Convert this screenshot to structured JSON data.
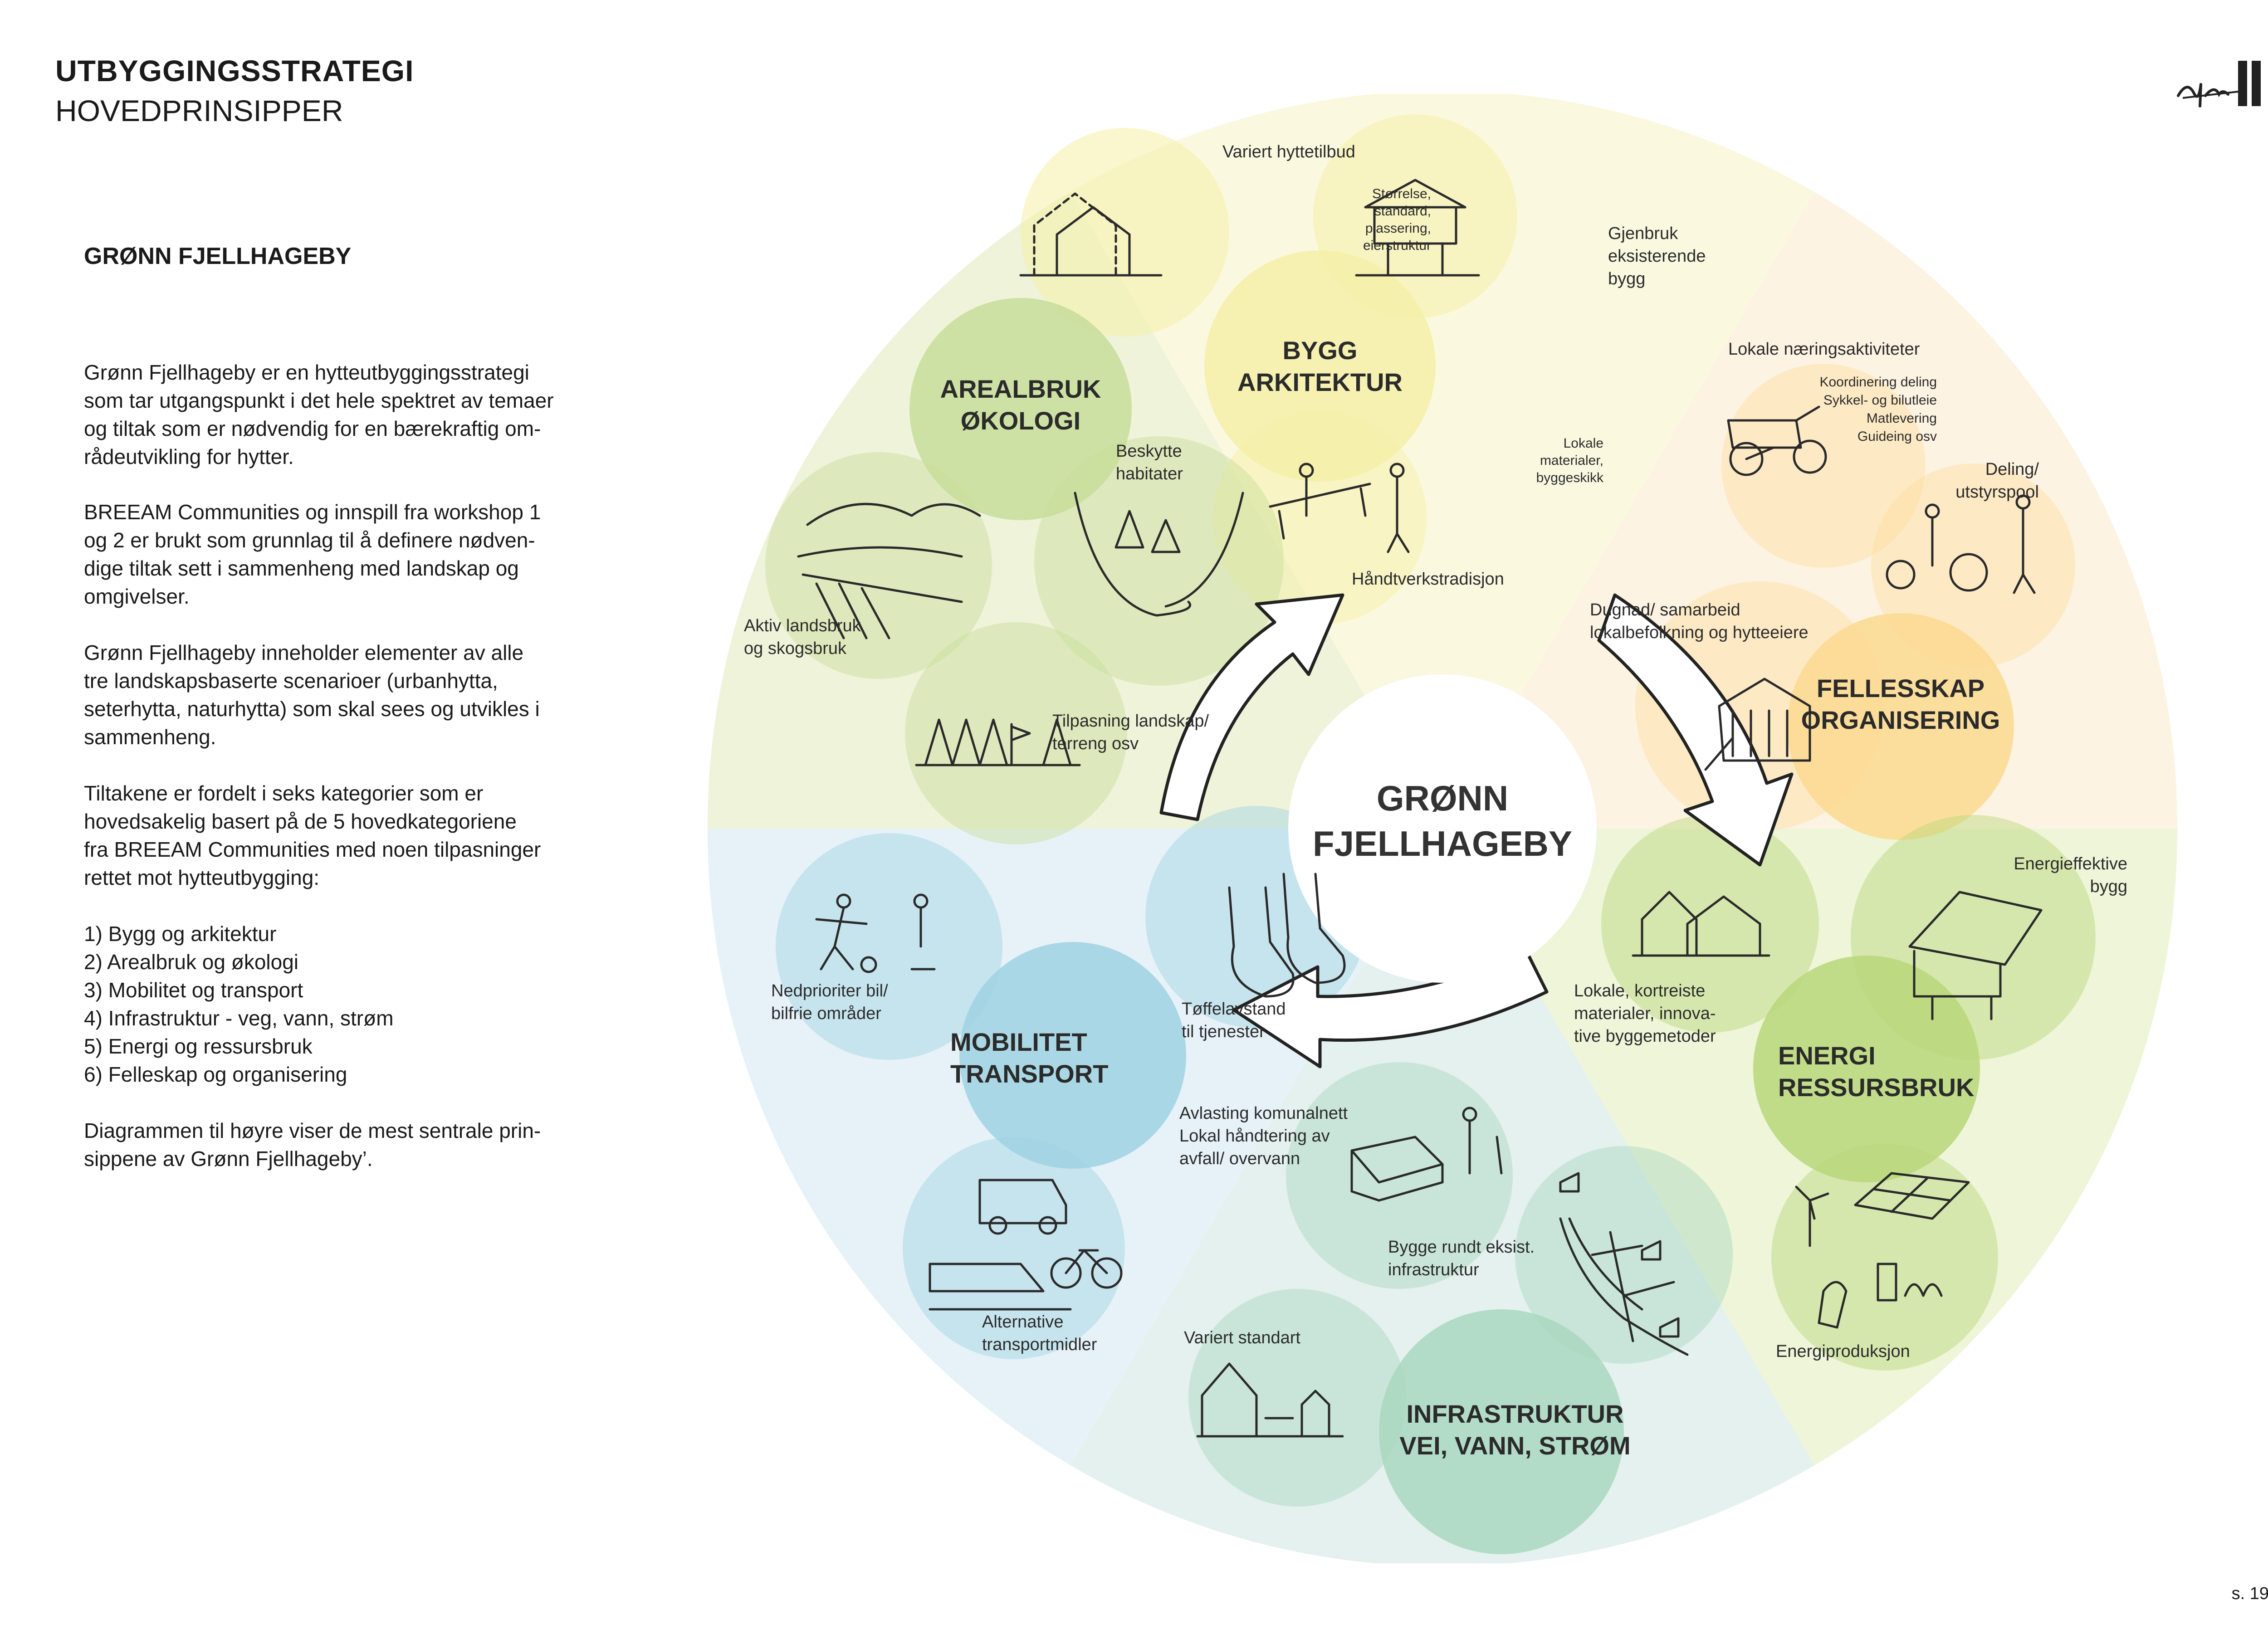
{
  "header": {
    "title": "UTBYGGINGSSTRATEGI",
    "subtitle": "HOVEDPRINSIPPER",
    "logo_icon": "architect-signature-logo"
  },
  "left_panel": {
    "heading": "GRØNN FJELLHAGEBY",
    "paragraphs": [
      [
        "Grønn Fjellhageby er en hytteutbyggingsstrategi",
        "som tar utgangspunkt i det hele spektret av temaer",
        "og tiltak som er nødvendig for en bærekraftig om-",
        "rådeutvikling for hytter."
      ],
      [
        "BREEAM Communities og innspill fra workshop 1",
        "og 2 er brukt som grunnlag til å definere nødven-",
        "dige tiltak sett i sammenheng med landskap og",
        "omgivelser."
      ],
      [
        "Grønn Fjellhageby inneholder elementer av alle",
        "tre landskapsbaserte scenarioer (urbanhytta,",
        "seterhytta, naturhytta) som skal sees og utvikles i",
        "sammenheng."
      ],
      [
        "Tiltakene er fordelt i seks kategorier som er",
        "hovedsakelig basert på de 5 hovedkategoriene",
        "fra BREEAM Communities med noen tilpasninger",
        "rettet mot hytteutbygging:"
      ],
      [
        "1) Bygg og arkitektur",
        "2) Arealbruk og økologi",
        "3) Mobilitet og transport",
        "4) Infrastruktur - veg, vann, strøm",
        "5) Energi og ressursbruk",
        "6) Felleskap og organisering"
      ],
      [
        "Diagrammen til høyre viser de mest sentrale prin-",
        "sippene av Grønn Fjellhageby’."
      ]
    ]
  },
  "diagram": {
    "center": [
      "GRØNN",
      "FJELLHAGEBY"
    ],
    "colors": {
      "sector_green": "#eef3d9",
      "sector_yellow": "#fbf8e0",
      "sector_orange": "#fdf3e2",
      "sector_lime": "#eef5d8",
      "sector_teal": "#e4f1ee",
      "sector_blue": "#e6f2f8",
      "circle_green": "#c8dd9a",
      "circle_yellow": "#f5f0a8",
      "circle_orange": "#fbd98f",
      "circle_lime": "#b9d77a",
      "circle_teal": "#a9d8bf",
      "circle_blue": "#9fd2e2"
    },
    "categories": {
      "bygg": [
        "BYGG",
        "ARKITEKTUR"
      ],
      "arealbruk": [
        "AREALBRUK",
        "ØKOLOGI"
      ],
      "fellesskap": [
        "FELLESSKAP",
        "ORGANISERING"
      ],
      "energi": [
        "ENERGI",
        "RESSURSBRUK"
      ],
      "infrastruktur": [
        "INFRASTRUKTUR",
        "VEI, VANN, STRØM"
      ],
      "mobilitet": [
        "MOBILITET",
        "TRANSPORT"
      ]
    },
    "labels": {
      "variert_hyttetilbud": "Variert hyttetilbud",
      "storrelse": [
        "Størrelse,",
        "standard,",
        "plassering,",
        "eierstruktur"
      ],
      "gjenbruk": [
        "Gjenbruk",
        "eksisterende",
        "bygg"
      ],
      "lokale_materialer": [
        "Lokale",
        "materialer,",
        "byggeskikk"
      ],
      "handverk": "Håndtverkstradisjon",
      "beskytte": [
        "Beskytte",
        "habitater"
      ],
      "aktiv_landsbruk": [
        "Aktiv landsbruk",
        "og skogsbruk"
      ],
      "tilpasning": [
        "Tilpasning landskap/",
        "terreng osv"
      ],
      "lokale_naering": "Lokale næringsaktiviteter",
      "koordinering": [
        "Koordinering deling",
        "Sykkel- og bilutleie",
        "Matlevering",
        "Guideing osv"
      ],
      "deling": [
        "Deling/",
        "utstyrspool"
      ],
      "dugnad": [
        "Dugnad/ samarbeid",
        "lokalbefolkning og hytteeiere"
      ],
      "energieffektive": [
        "Energieffektive",
        "bygg"
      ],
      "lokale_kortreiste": [
        "Lokale, kortreiste",
        "materialer, innova-",
        "tive byggemetoder"
      ],
      "energiproduksjon": "Energiproduksjon",
      "avlasting": [
        "Avlasting komunalnett",
        "Lokal håndtering av",
        "avfall/ overvann"
      ],
      "bygge_rundt": [
        "Bygge rundt eksist.",
        "infrastruktur"
      ],
      "variert_standart": "Variert standart",
      "nedprioriter": [
        "Nedprioriter bil/",
        "bilfrie områder"
      ],
      "toffelavstand": [
        "Tøffelavstand",
        "til tjenester"
      ],
      "alternative": [
        "Alternative",
        "transportmidler"
      ]
    },
    "sketch_icons": [
      "cabin-outlines-icon",
      "stilt-cabin-icon",
      "craftsmen-workbench-icon",
      "hands-holding-forest-icon",
      "hills-field-icon",
      "spruce-trees-icon",
      "bike-cart-icon",
      "people-bike-trailer-icon",
      "hut-construction-icon",
      "cabin-group-icon",
      "cabin-solar-roof-icon",
      "solar-panels-turbine-icon",
      "compost-people-icon",
      "map-powerlines-icon",
      "cabin-toilet-icon",
      "people-football-icon",
      "slippers-feet-icon",
      "van-train-bicycle-icon",
      "cycle-arrow-icon"
    ]
  },
  "footer": {
    "page": "s. 19"
  }
}
